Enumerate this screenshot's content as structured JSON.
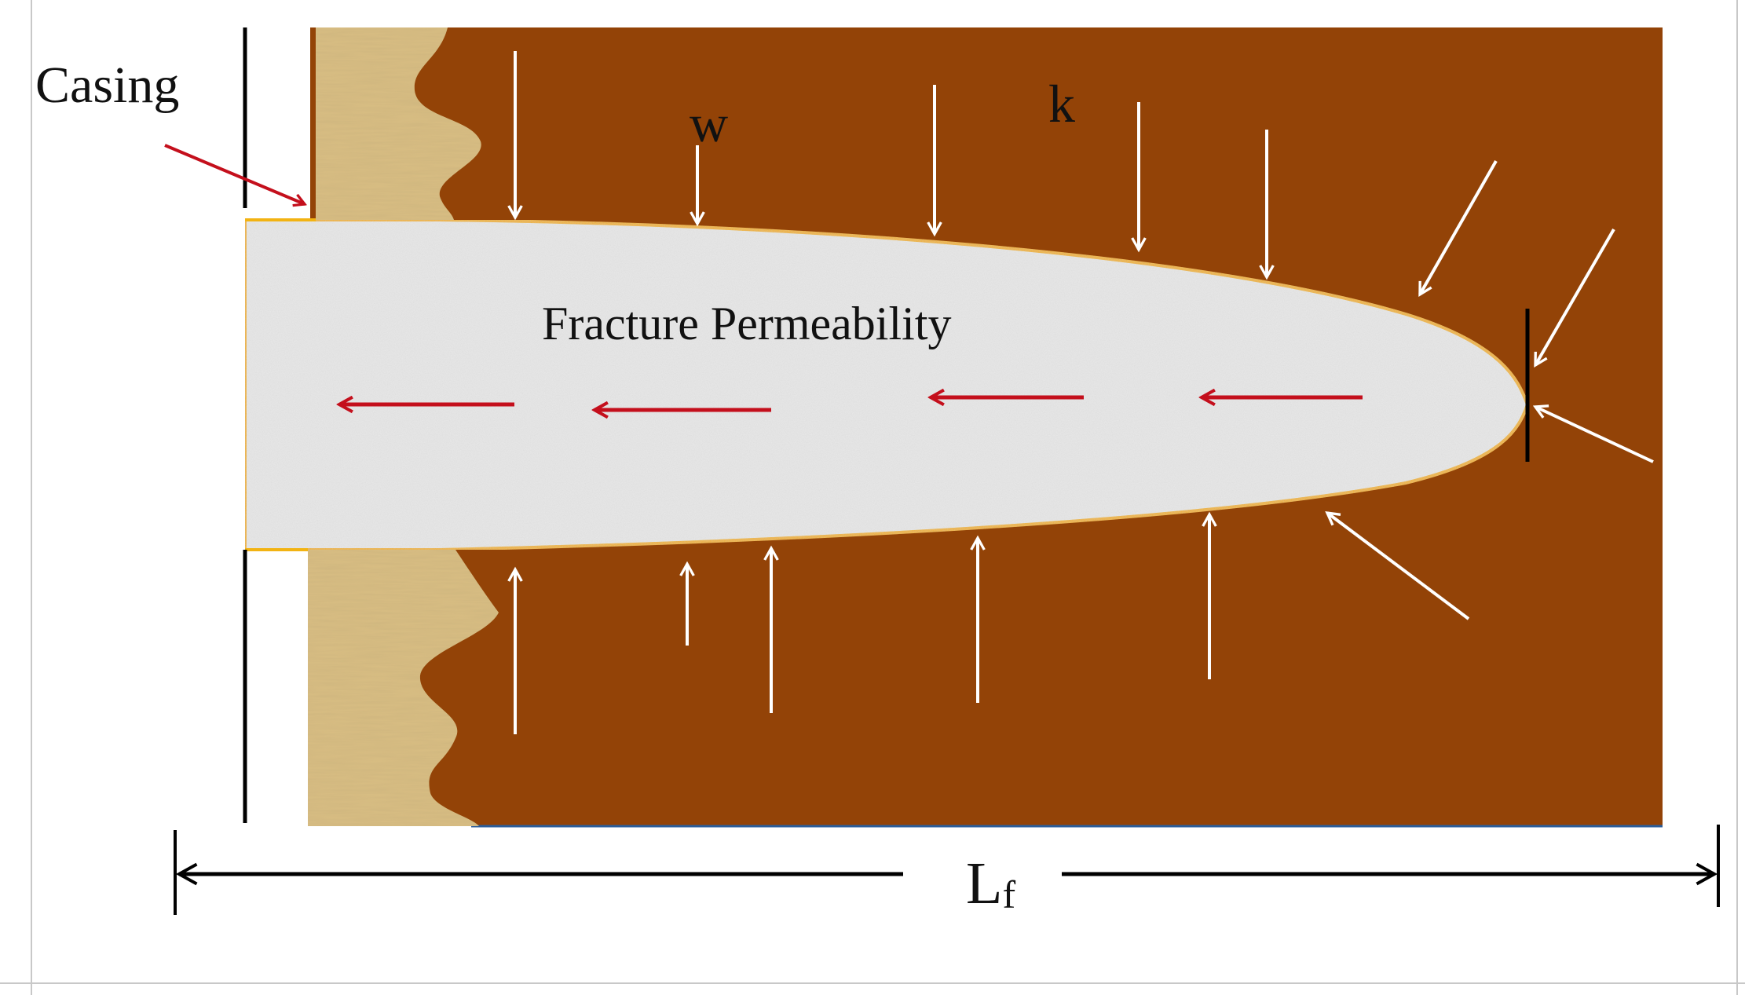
{
  "labels": {
    "casing": "Casing",
    "width": "w",
    "matrix_perm": "k",
    "fracture": "Fracture Permeability",
    "length_main": "L",
    "length_sub": "f"
  },
  "colors": {
    "formation": "#934307",
    "fracture_fill": "#e9e9e9",
    "fracture_edge": "#f2b313",
    "cement": "#d9be83",
    "flow_arrow": "#c40f1c",
    "inflow_arrow": "#ffffff",
    "ink": "#000000"
  }
}
